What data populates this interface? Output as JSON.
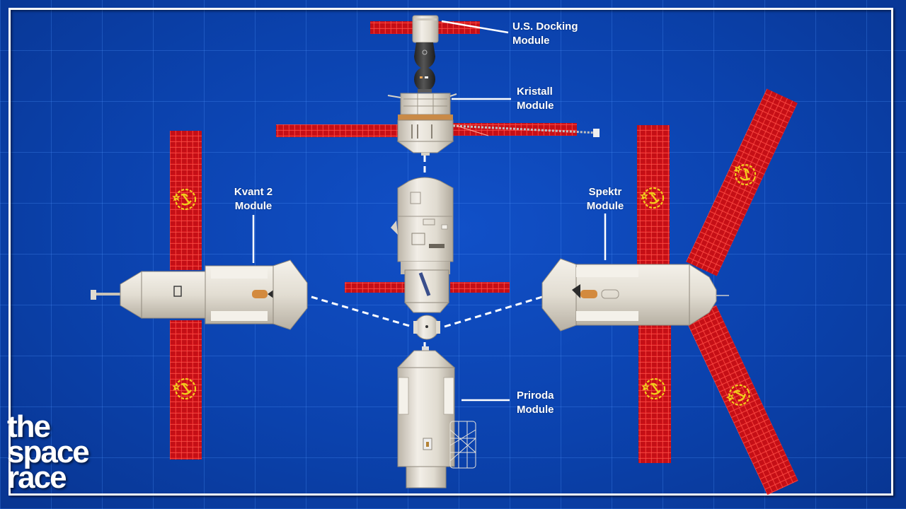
{
  "title": "Mir space station module layout",
  "colors": {
    "background": "#0b42ad",
    "grid": "#3f83f0",
    "frame": "#fbfbfb",
    "solar_panel": "#d8141b",
    "solar_panel_grid": "#ff6a5a",
    "emblem": "#f2cc1c",
    "hull": "#e6e1d8",
    "hull_shade": "#bdb6aa",
    "soyuz": "#3a3a3a",
    "label_text": "#ffffff",
    "dashed_link": "#ffffff"
  },
  "labels": {
    "us_docking": {
      "line1": "U.S. Docking",
      "line2": "Module"
    },
    "kristall": {
      "line1": "Kristall",
      "line2": "Module"
    },
    "kvant2": {
      "line1": "Kvant 2",
      "line2": "Module"
    },
    "spektr": {
      "line1": "Spektr",
      "line2": "Module"
    },
    "priroda": {
      "line1": "Priroda",
      "line2": "Module"
    }
  },
  "modules": [
    {
      "id": "us_docking",
      "name": "U.S. Docking Module",
      "position": "top"
    },
    {
      "id": "soyuz",
      "name": "Soyuz spacecraft",
      "position": "top"
    },
    {
      "id": "kristall",
      "name": "Kristall Module",
      "position": "upper-center"
    },
    {
      "id": "core",
      "name": "Core Module",
      "position": "center"
    },
    {
      "id": "node",
      "name": "Docking node",
      "position": "center"
    },
    {
      "id": "kvant2",
      "name": "Kvant 2 Module",
      "position": "left"
    },
    {
      "id": "spektr",
      "name": "Spektr Module",
      "position": "right"
    },
    {
      "id": "priroda",
      "name": "Priroda Module",
      "position": "bottom"
    }
  ],
  "logo": {
    "line1": "the",
    "line2": "space",
    "line3": "race"
  }
}
